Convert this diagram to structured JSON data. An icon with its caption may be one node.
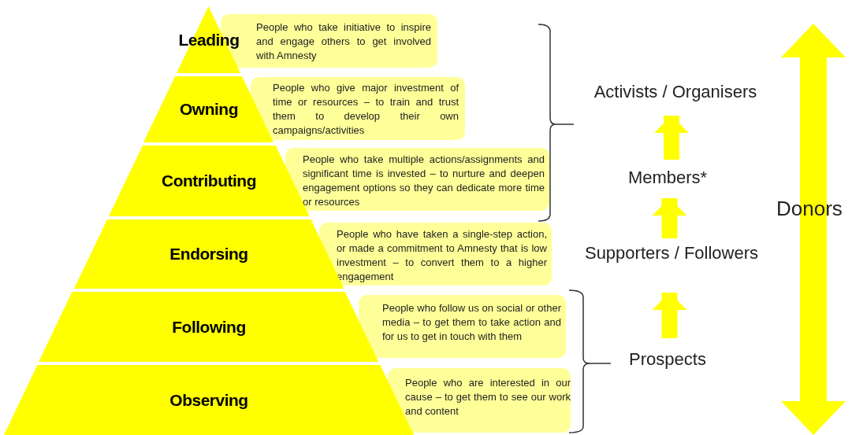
{
  "diagram": {
    "nodes": [
      {
        "text": [
          "Leading"
        ]
      },
      {
        "text": [
          "Owning"
        ]
      },
      {
        "text": [
          "Contributing"
        ]
      },
      {
        "text": [
          "Endorsing"
        ]
      },
      {
        "text": [
          "Following"
        ]
      },
      {
        "text": [
          "Observing"
        ]
      },
      {
        "text": [
          "People who take initiative to inspire and engage others to get involved with Amnesty"
        ]
      },
      {
        "text": [
          "People who give major investment of time or resources – to train and trust them to develop their own campaigns/activities"
        ]
      },
      {
        "text": [
          "People who take multiple actions/assignments and significant time is invested – to nurture and deepen engagement options so they can dedicate more time or resources"
        ]
      },
      {
        "text": [
          "People who have taken a single-step action, or made a commitment to Amnesty that is low investment – to convert them to a higher engagement"
        ]
      },
      {
        "text": [
          "People who follow us on social or other media – to get them to take action and for us to get in touch with them"
        ]
      },
      {
        "text": [
          "People who are interested in our cause – to get them to see our work and content"
        ]
      },
      {
        "text": [
          "Activists / Organisers"
        ]
      },
      {
        "text": [
          "Members*"
        ]
      },
      {
        "text": [
          "Supporters / Followers"
        ]
      },
      {
        "text": [
          "Prospects"
        ]
      }
    ],
    "edges": [
      {
        "from": 15,
        "to": 14,
        "arrow": "to"
      },
      {
        "from": 14,
        "to": 13,
        "arrow": "to"
      },
      {
        "from": 13,
        "to": 12,
        "arrow": "to"
      }
    ],
    "labels": [
      "Donors"
    ]
  }
}
